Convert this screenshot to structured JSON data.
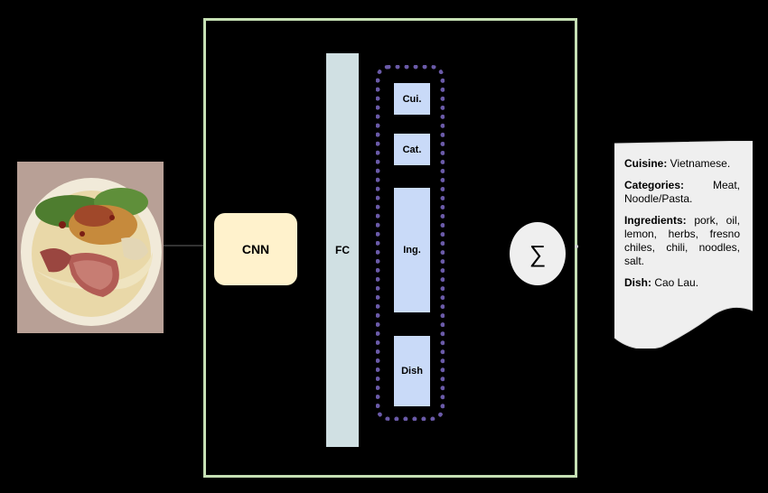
{
  "blocks": {
    "cnn": "CNN",
    "fc": "FC",
    "sum": "∑"
  },
  "heads": {
    "cuisine": "Cui.",
    "category": "Cat.",
    "ingredients": "Ing.",
    "dish": "Dish"
  },
  "output": {
    "cuisine_label": "Cuisine:",
    "cuisine_value": " Vietnamese.",
    "categories_label": "Categories:",
    "categories_value": " Meat, Noodle/Pasta.",
    "ingredients_label": "Ingredients:",
    "ingredients_value": " pork, oil, lemon, herbs, fresno chiles, chili, noodles, salt.",
    "dish_label": "Dish:",
    "dish_value": " Cao Lau."
  },
  "colors": {
    "frame": "#c6e0b4",
    "cnn": "#fff2cc",
    "fc": "#d0e0e3",
    "heads": "#c9daf8",
    "dotted_border": "#6a5aa8",
    "sum": "#efefef",
    "document": "#efefef"
  },
  "icons": {
    "sum_symbol": "summation-icon",
    "input_image": "food-photo"
  }
}
